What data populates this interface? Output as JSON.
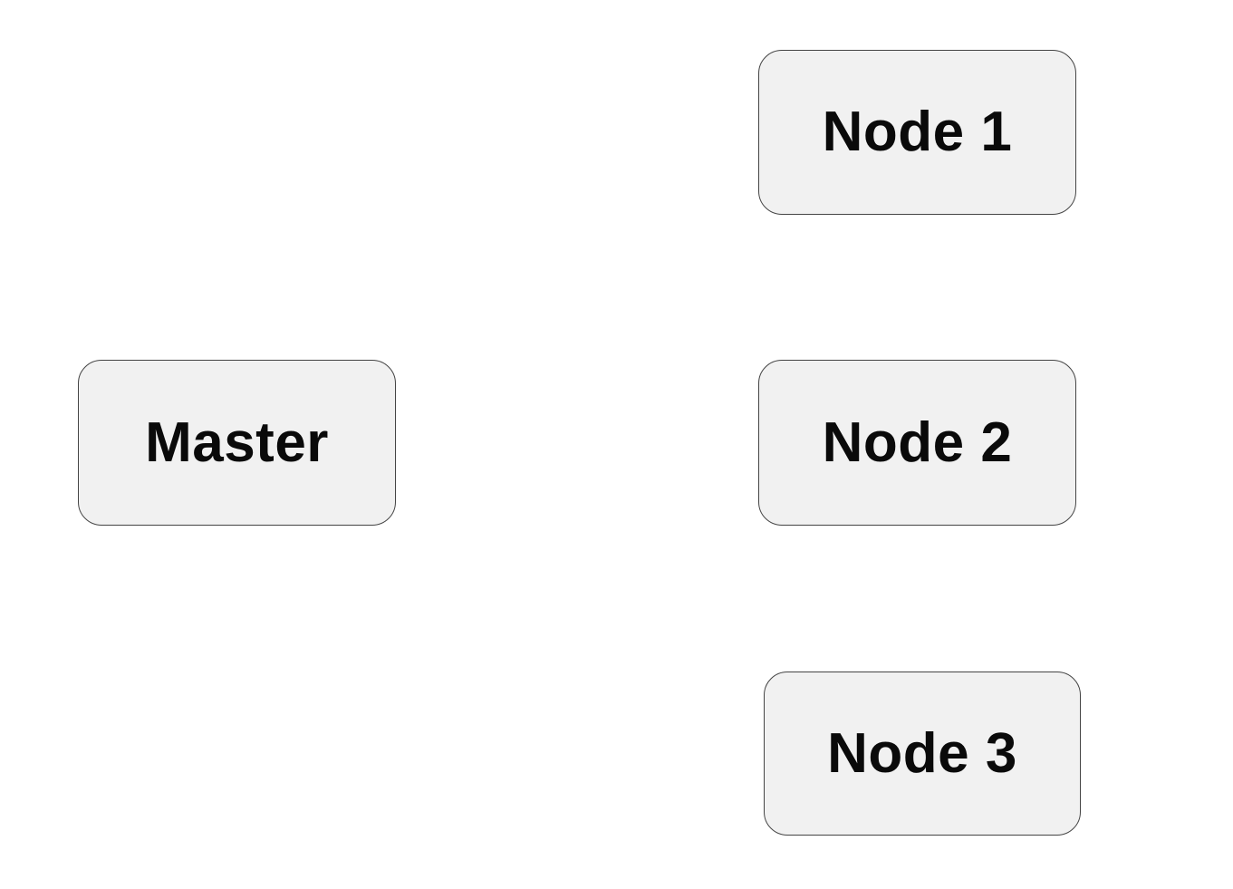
{
  "diagram": {
    "nodes": [
      {
        "id": "master",
        "label": "Master"
      },
      {
        "id": "node-1",
        "label": "Node 1"
      },
      {
        "id": "node-2",
        "label": "Node 2"
      },
      {
        "id": "node-3",
        "label": "Node 3"
      }
    ]
  },
  "colors": {
    "background": "#ffffff",
    "box_fill": "#f1f1f1",
    "box_border": "#444444",
    "text": "#0a0a0a"
  }
}
